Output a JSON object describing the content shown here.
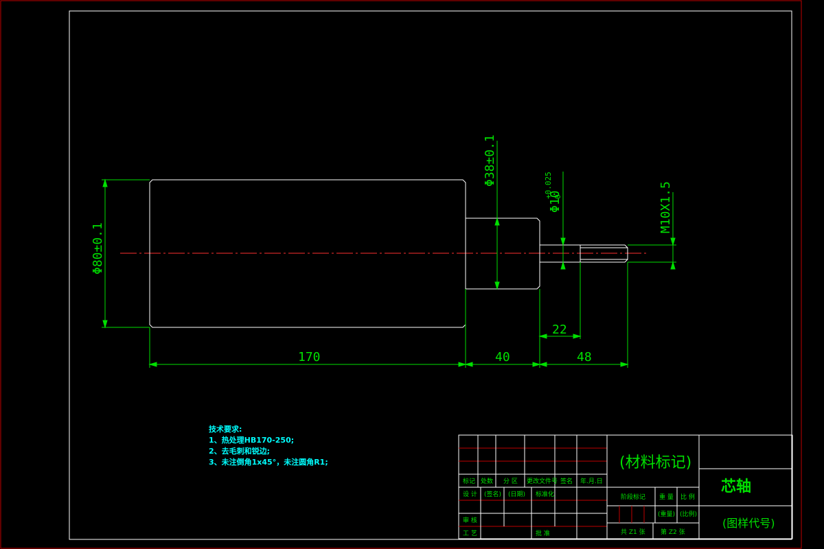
{
  "drawing": {
    "dimensions": {
      "dia_large": "Φ80±0.1",
      "dia_middle": "Φ38±0.1",
      "dia_small_base": "Φ10",
      "dia_small_tol_upper": "+0.025",
      "dia_small_tol_lower": "0",
      "thread": "M10X1.5",
      "len_170": "170",
      "len_40": "40",
      "len_48": "48",
      "len_22": "22"
    }
  },
  "requirements": {
    "title": "技术要求:",
    "items": [
      "1、热处理HB170-250;",
      "2、去毛刺和锐边;",
      "3、未注倒角1x45°，未注圆角R1;"
    ]
  },
  "title_block": {
    "material": "(材料标记)",
    "part_name": "芯轴",
    "drawing_number": "(图样代号)",
    "row_labels": [
      "标记",
      "处数",
      "分 区",
      "更改文件号",
      "签名",
      "年.月.日"
    ],
    "design_label": "设 计",
    "signature_label": "(签名)",
    "date_label": "(日期)",
    "standardize_label": "标准化",
    "review_label": "审 核",
    "process_label": "工 艺",
    "approve_label": "批 准",
    "stage_mark_label": "阶段标记",
    "weight_label": "重 量",
    "scale_label": "比 例",
    "weight_value": "(重量)",
    "scale_value": "(比例)",
    "total_sheets": "共 Z1 张",
    "sheet_number": "第 Z2 张"
  }
}
